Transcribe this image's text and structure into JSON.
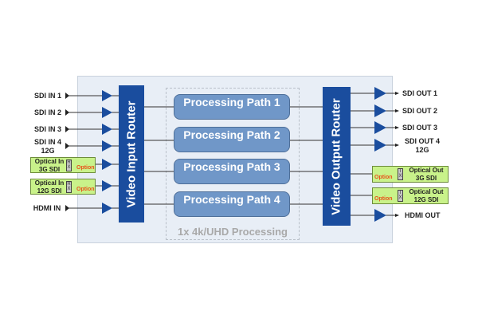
{
  "inputs": {
    "sdi": [
      {
        "label": "SDI IN 1"
      },
      {
        "label": "SDI IN 2"
      },
      {
        "label": "SDI IN 3"
      },
      {
        "label": "SDI IN 4",
        "sub": "12G"
      }
    ],
    "optical": [
      {
        "line1": "Optical In",
        "line2": "3G SDI",
        "option": "Option",
        "module": "R X"
      },
      {
        "line1": "Optical In",
        "line2": "12G SDI",
        "option": "Option",
        "module": "R X"
      }
    ],
    "hdmi": {
      "label": "HDMI IN"
    }
  },
  "input_router": {
    "label": "Video Input Router"
  },
  "processing": {
    "paths": [
      "Processing Path 1",
      "Processing Path 2",
      "Processing Path 3",
      "Processing Path 4"
    ],
    "group_label": "1x 4k/UHD Processing"
  },
  "output_router": {
    "label": "Video Output Router"
  },
  "outputs": {
    "sdi": [
      {
        "label": "SDI OUT 1"
      },
      {
        "label": "SDI OUT 2"
      },
      {
        "label": "SDI OUT 3"
      },
      {
        "label": "SDI OUT 4",
        "sub": "12G"
      }
    ],
    "optical": [
      {
        "line1": "Optical Out",
        "line2": "3G SDI",
        "option": "Option",
        "module": "T X"
      },
      {
        "line1": "Optical Out",
        "line2": "12G SDI",
        "option": "Option",
        "module": "T X"
      }
    ],
    "hdmi": {
      "label": "HDMI OUT"
    }
  },
  "colors": {
    "router": "#1a4d9e",
    "path": "#7097c8",
    "optical": "#c9f28a",
    "option_text": "#e8541b",
    "panel": "#e8eef6"
  }
}
